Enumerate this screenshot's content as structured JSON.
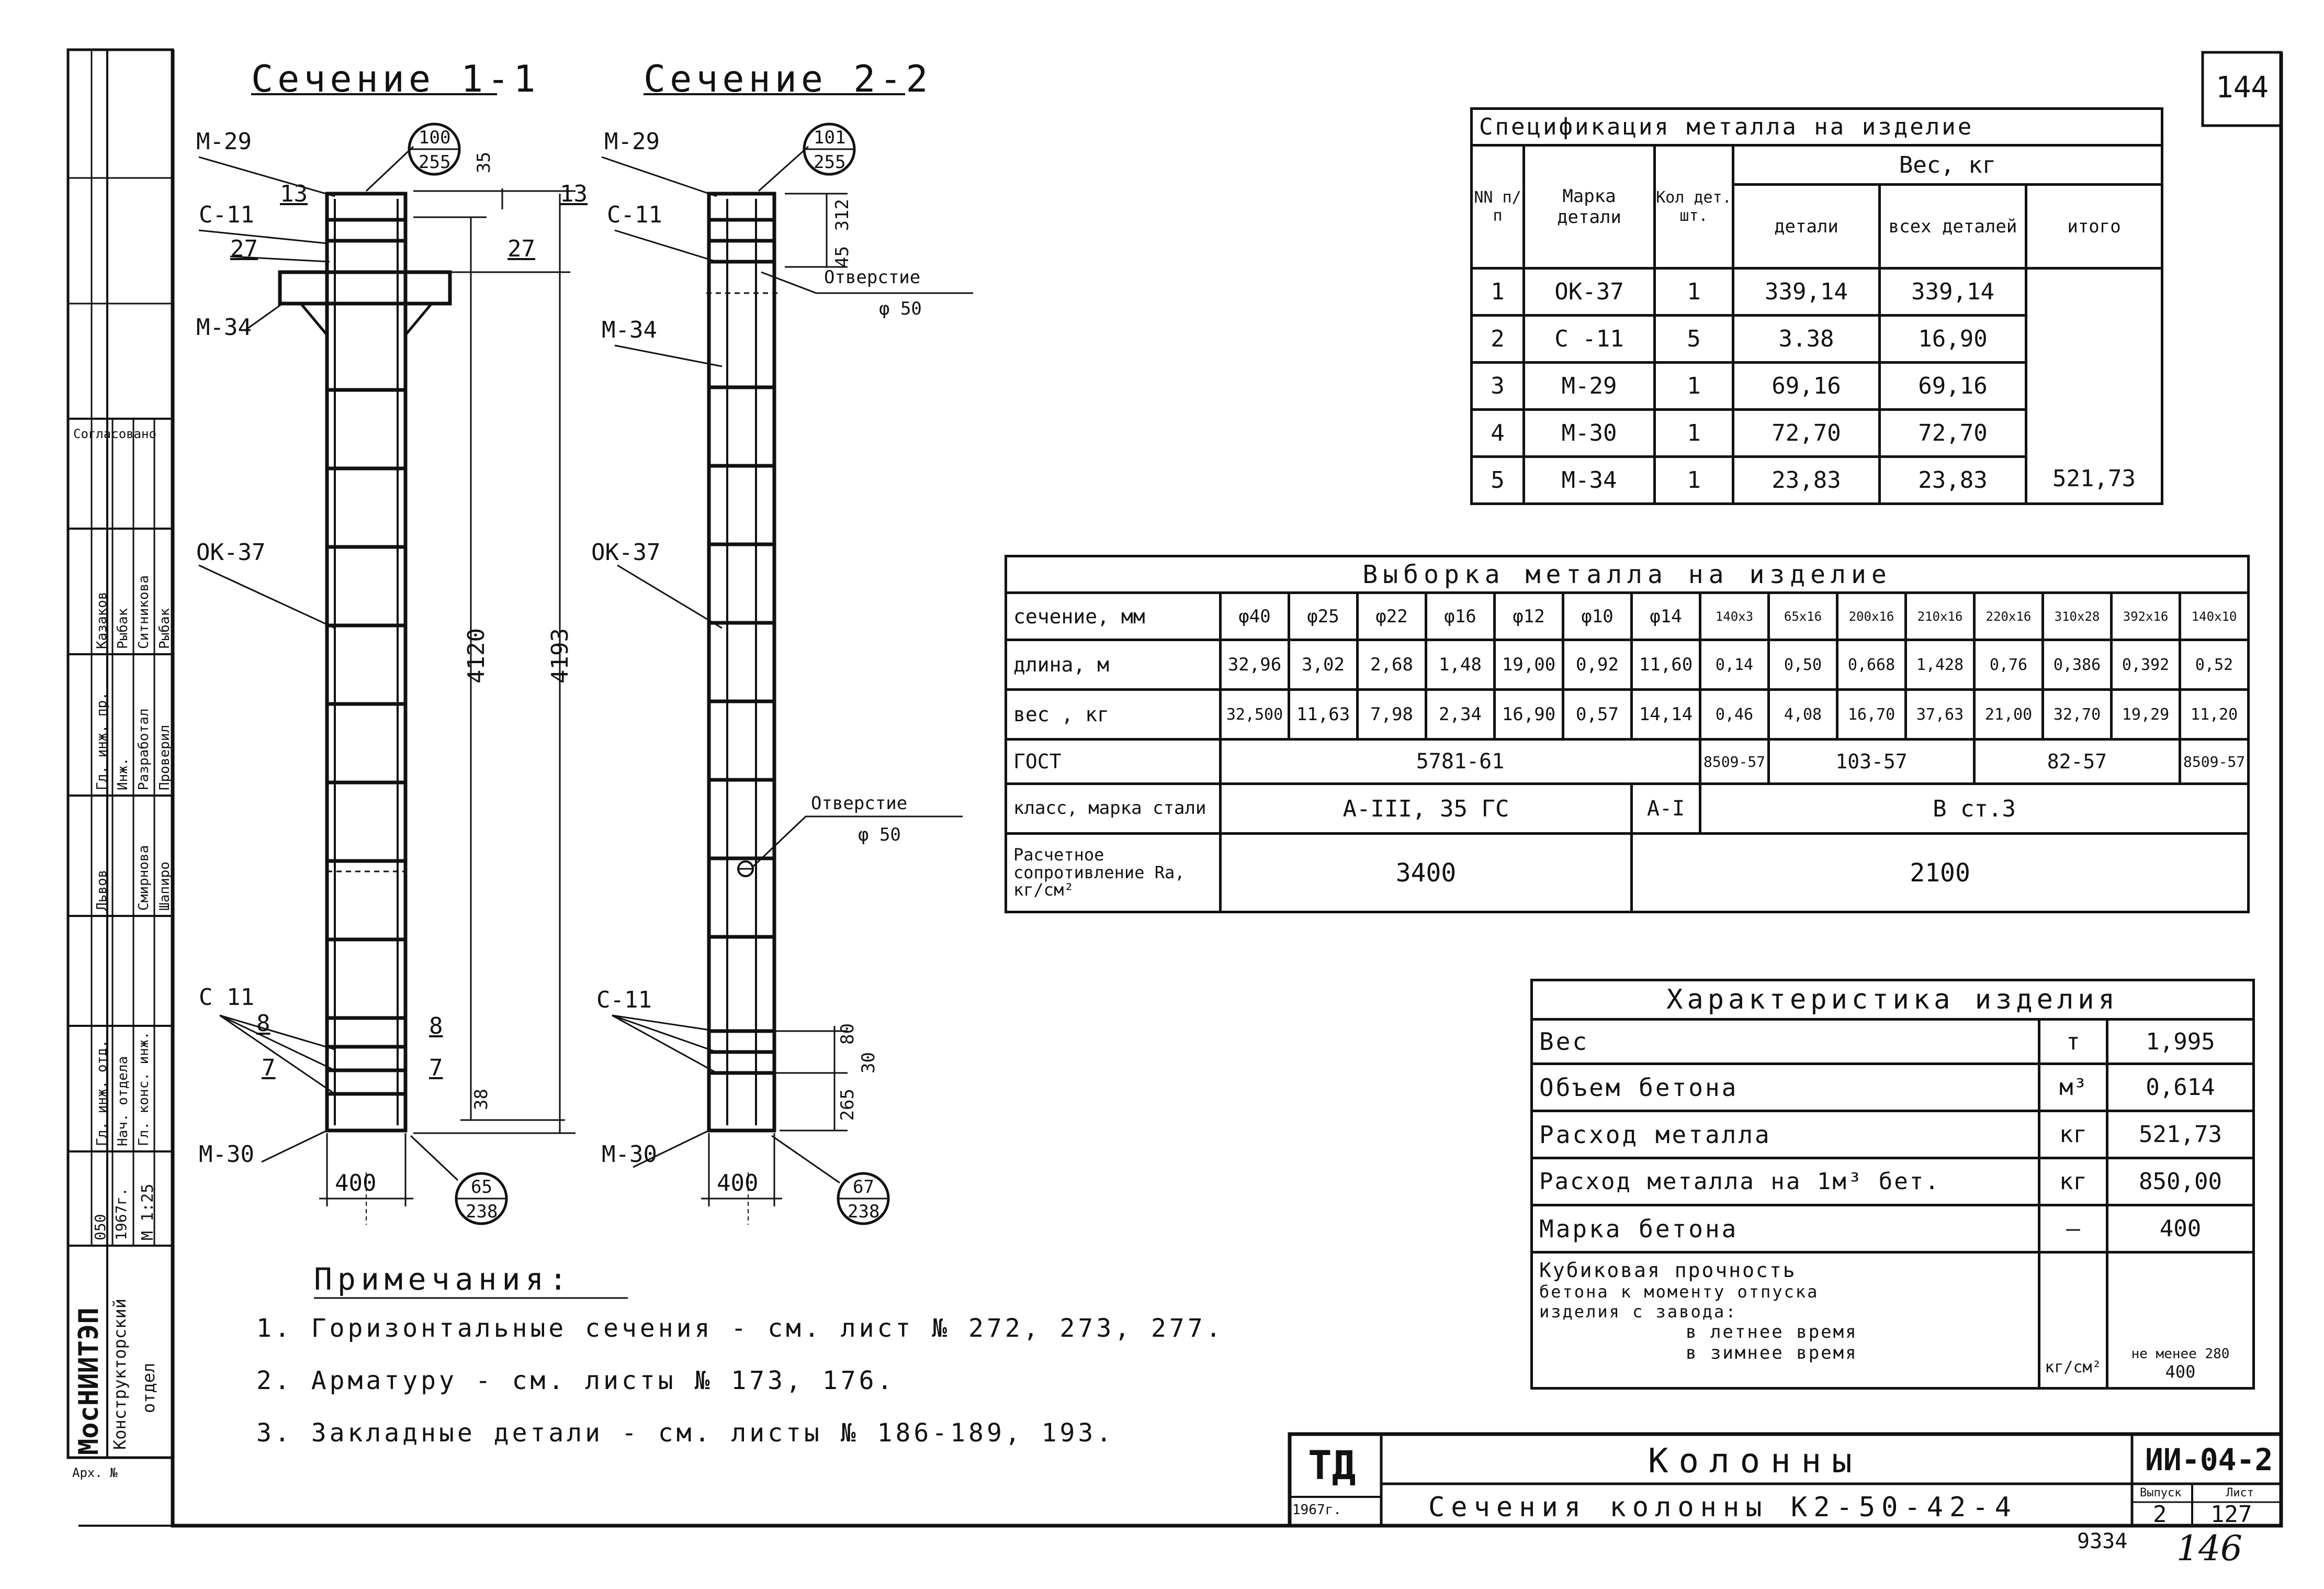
{
  "sheet_number": "144",
  "sections": {
    "s1_title": "Сечение 1-1",
    "s2_title": "Сечение 2-2",
    "s1": {
      "m29": "М-29",
      "c11_top": "С-11",
      "n13_left": "13",
      "n27_left": "27",
      "m34": "М-34",
      "ok37": "ОК-37",
      "c11_bot": "С 11",
      "n8_left": "8",
      "n7_left": "7",
      "m30": "М-30",
      "n8_right": "8",
      "n7_right": "7",
      "n13_right": "13",
      "n27_right": "27",
      "d35": "35",
      "d4120": "4120",
      "d4193": "4193",
      "d38": "38",
      "w400": "400",
      "top_badge_num": "100",
      "top_badge_den": "255",
      "bot_badge_num": "65",
      "bot_badge_den": "238"
    },
    "s2": {
      "m29": "М-29",
      "c11_top": "С-11",
      "m34": "М-34",
      "ok37": "ОК-37",
      "c11_bot": "С-11",
      "m30": "М-30",
      "d312": "312",
      "d45": "45",
      "d80": "80",
      "d30": "30",
      "d265": "265",
      "w400": "400",
      "hole1": "Отверстие",
      "hole1_d": "φ 50",
      "hole2": "Отверстие",
      "hole2_d": "φ 50",
      "top_badge_num": "101",
      "top_badge_den": "255",
      "bot_badge_num": "67",
      "bot_badge_den": "238"
    }
  },
  "spec_table": {
    "title": "Спецификация металла на изделие",
    "h_nn": "NN п/п",
    "h_mark": "Марка детали",
    "h_qty": "Кол дет. шт.",
    "h_weight": "Вес, кг",
    "h_part": "детали",
    "h_all": "всех деталей",
    "h_total": "итого",
    "rows": [
      {
        "n": "1",
        "mark": "ОК-37",
        "qty": "1",
        "part": "339,14",
        "all": "339,14"
      },
      {
        "n": "2",
        "mark": "С -11",
        "qty": "5",
        "part": "3.38",
        "all": "16,90"
      },
      {
        "n": "3",
        "mark": "М-29",
        "qty": "1",
        "part": "69,16",
        "all": "69,16"
      },
      {
        "n": "4",
        "mark": "М-30",
        "qty": "1",
        "part": "72,70",
        "all": "72,70"
      },
      {
        "n": "5",
        "mark": "М-34",
        "qty": "1",
        "part": "23,83",
        "all": "23,83"
      }
    ],
    "total": "521,73"
  },
  "selection_table": {
    "title": "Выборка металла на изделие",
    "row_labels": {
      "section": "сечение, мм",
      "length": "длина, м",
      "weight": "вес , кг",
      "gost": "ГОСТ",
      "class": "класс, марка стали",
      "resistance": "Расчетное сопротивление Rа, кг/см²"
    },
    "sections": [
      "φ40",
      "φ25",
      "φ22",
      "φ16",
      "φ12",
      "φ10",
      "φ14",
      "140x3",
      "65x16",
      "200x16",
      "210x16",
      "220x16",
      "310x28",
      "392x16",
      "140x10"
    ],
    "lengths": [
      "32,96",
      "3,02",
      "2,68",
      "1,48",
      "19,00",
      "0,92",
      "11,60",
      "0,14",
      "0,50",
      "0,668",
      "1,428",
      "0,76",
      "0,386",
      "0,392",
      "0,52"
    ],
    "weights": [
      "32,500",
      "11,63",
      "7,98",
      "2,34",
      "16,90",
      "0,57",
      "14,14",
      "0,46",
      "4,08",
      "16,70",
      "37,63",
      "21,00",
      "32,70",
      "19,29",
      "11,20"
    ],
    "gost": [
      "5781-61",
      "8509-57",
      "103-57",
      "82-57",
      "8509-57"
    ],
    "steel_class": [
      "А-III, 35 ГС",
      "А-I",
      "В ст.3"
    ],
    "resistance": [
      "3400",
      "2100"
    ]
  },
  "characteristics_table": {
    "title": "Характеристика изделия",
    "rows": [
      {
        "name": "Вес",
        "unit": "т",
        "value": "1,995"
      },
      {
        "name": "Объем бетона",
        "unit": "м³",
        "value": "0,614"
      },
      {
        "name": "Расход металла",
        "unit": "кг",
        "value": "521,73"
      },
      {
        "name": "Расход металла на 1м³ бет.",
        "unit": "кг",
        "value": "850,00"
      },
      {
        "name": "Марка бетона",
        "unit": "—",
        "value": "400"
      }
    ],
    "strength_label_1": "Кубиковая прочность",
    "strength_label_2": "бетона к моменту отпуска",
    "strength_label_3": "изделия с завода:",
    "summer": "в летнее время",
    "winter": "в зимнее время",
    "strength_unit": "кг/см²",
    "summer_value": "не менее 280",
    "winter_value": "400"
  },
  "notes": {
    "title": "Примечания:",
    "items": [
      "1. Горизонтальные сечения - см. лист № 272, 273, 277.",
      "2. Арматуру - см. листы № 173, 176.",
      "3. Закладные детали - см. листы № 186-189, 193."
    ]
  },
  "title_block": {
    "td": "ТД",
    "year": "1967г.",
    "title": "Колонны",
    "subtitle": "Сечения колонны К2-50-42-4",
    "code": "ИИ-04-2",
    "issue_label": "Выпуск",
    "sheet_label": "Лист",
    "issue": "2",
    "sheet": "127",
    "archive": "9334",
    "handwritten": "146"
  },
  "side_stamp": {
    "org": "МосНИИТЭП",
    "dept1": "Конструкторский",
    "dept2": "отдел",
    "agreed": "Согласовано",
    "roles": [
      "Гл. инж. отд.",
      "Нач. отдела",
      "Гл. конс. инж.",
      "Гл. инж. пр.",
      "Инж.",
      "Разработал",
      "Проверил"
    ],
    "names": [
      "Шапиро",
      "Смирнова",
      "Львов",
      "Гл. инж. пр.",
      "Казаков",
      "Рыбак",
      "Ситникова",
      "Рыбак"
    ],
    "scale_label": "М 1:25",
    "year": "1967г.",
    "code": "050",
    "arch": "Арх. №"
  }
}
